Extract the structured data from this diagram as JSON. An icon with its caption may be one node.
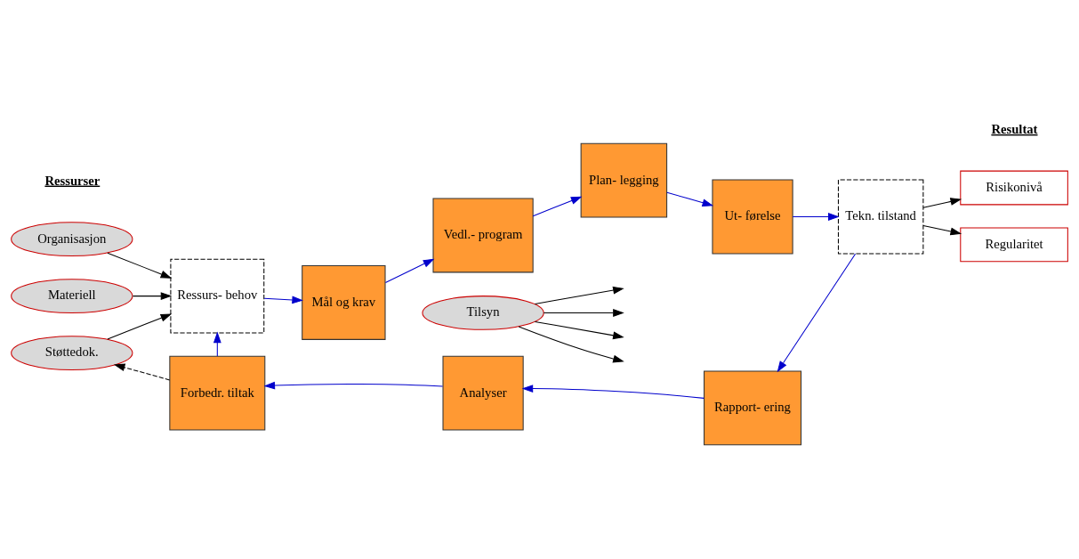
{
  "diagram": {
    "nodes": [
      {
        "text": [
          "Organisasjon"
        ]
      },
      {
        "text": [
          "Materiell"
        ]
      },
      {
        "text": [
          "Støttedok."
        ]
      },
      {
        "text": [
          "Ressurs- behov"
        ]
      },
      {
        "text": [
          "Mål og krav"
        ]
      },
      {
        "text": [
          "Vedl.- program"
        ]
      },
      {
        "text": [
          "Plan- legging"
        ]
      },
      {
        "text": [
          "Ut- førelse"
        ]
      },
      {
        "text": [
          "Tilsyn"
        ]
      },
      {
        "text": [
          "Tekn. tilstand"
        ]
      },
      {
        "text": [
          "Risikonivå"
        ]
      },
      {
        "text": [
          "Regularitet"
        ]
      },
      {
        "text": [
          "Forbedr. tiltak"
        ]
      },
      {
        "text": [
          "Analyser"
        ]
      },
      {
        "text": [
          "Rapport- ering"
        ]
      }
    ],
    "edges": [
      {
        "from": 0,
        "to": 3,
        "arrow": "to"
      },
      {
        "from": 1,
        "to": 3,
        "arrow": "to"
      },
      {
        "from": 2,
        "to": 3,
        "arrow": "to"
      },
      {
        "from": 3,
        "to": 4,
        "arrow": "to",
        "color": "#0000cc"
      },
      {
        "from": 4,
        "to": 5,
        "arrow": "to",
        "color": "#0000cc"
      },
      {
        "from": 5,
        "to": 6,
        "arrow": "to",
        "color": "#0000cc"
      },
      {
        "from": 6,
        "to": 7,
        "arrow": "to",
        "color": "#0000cc"
      },
      {
        "from": 7,
        "to": 9,
        "arrow": "to",
        "color": "#0000cc"
      },
      {
        "from": 9,
        "to": 10,
        "arrow": "to"
      },
      {
        "from": 9,
        "to": 11,
        "arrow": "to"
      },
      {
        "from": 9,
        "to": 14,
        "arrow": "to",
        "color": "#0000cc"
      },
      {
        "from": 14,
        "to": 13,
        "arrow": "to",
        "color": "#0000cc"
      },
      {
        "from": 13,
        "to": 12,
        "arrow": "to",
        "color": "#0000cc"
      },
      {
        "from": 12,
        "to": 3,
        "arrow": "to",
        "color": "#0000cc"
      },
      {
        "from": 12,
        "to": 2,
        "arrow": "to",
        "style": "dashed"
      },
      {
        "from": 8,
        "to": null,
        "arrow": "to"
      },
      {
        "from": 8,
        "to": null,
        "arrow": "to"
      },
      {
        "from": 8,
        "to": null,
        "arrow": "to"
      },
      {
        "from": 8,
        "to": null,
        "arrow": "to"
      }
    ],
    "labels": [
      "Ressurser",
      "Resultat"
    ]
  }
}
